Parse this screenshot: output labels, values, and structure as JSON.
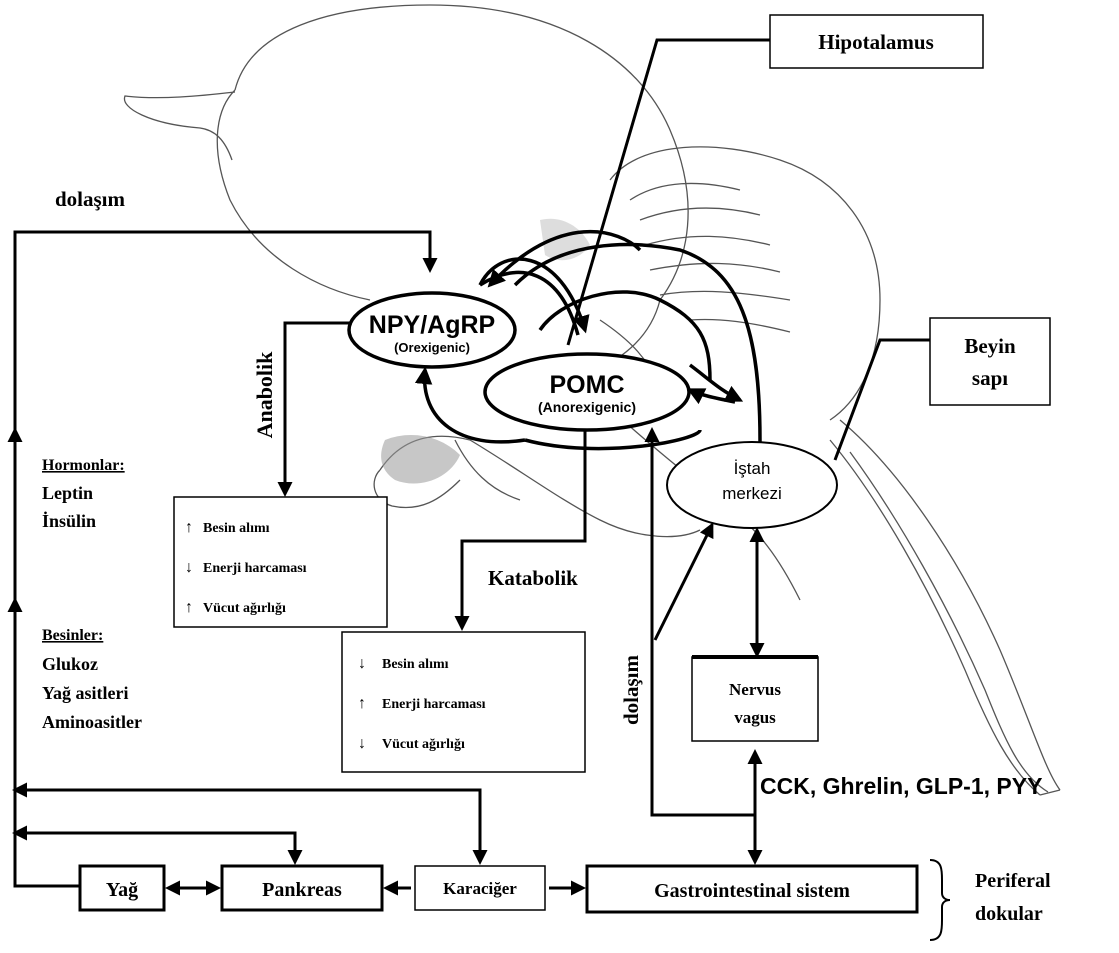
{
  "hypothalamus_label": "Hipotalamus",
  "brainstem_label": [
    "Beyin",
    "sapı"
  ],
  "circulation_top": "dolaşım",
  "circulation_side": "dolaşım",
  "npy": {
    "name": "NPY/AgRP",
    "sub": "(Orexigenic)"
  },
  "pomc": {
    "name": "POMC",
    "sub": "(Anorexigenic)"
  },
  "appetite_center": [
    "İştah",
    "merkezi"
  ],
  "anabolic_label": "Anabolik",
  "catabolic_label": "Katabolik",
  "anabolic_effects": [
    {
      "arrow": "up",
      "text": "Besin alımı"
    },
    {
      "arrow": "down",
      "text": "Enerji harcaması"
    },
    {
      "arrow": "up",
      "text": "Vücut ağırlığı"
    }
  ],
  "catabolic_effects": [
    {
      "arrow": "down",
      "text": "Besin alımı"
    },
    {
      "arrow": "up",
      "text": "Enerji harcaması"
    },
    {
      "arrow": "down",
      "text": "Vücut ağırlığı"
    }
  ],
  "hormones": {
    "title": "Hormonlar:",
    "items": [
      "Leptin",
      "İnsülin"
    ]
  },
  "nutrients": {
    "title": "Besinler:",
    "items": [
      "Glukoz",
      "Yağ asitleri",
      "Aminoasitler"
    ]
  },
  "vagus": [
    "Nervus",
    "vagus"
  ],
  "gut_hormones": "CCK, Ghrelin, GLP-1, PYY",
  "organs": {
    "fat": "Yağ",
    "pancreas": "Pankreas",
    "liver": "Karaciğer",
    "gi": "Gastrointestinal sistem"
  },
  "peripheral": [
    "Periferal",
    "dokular"
  ]
}
